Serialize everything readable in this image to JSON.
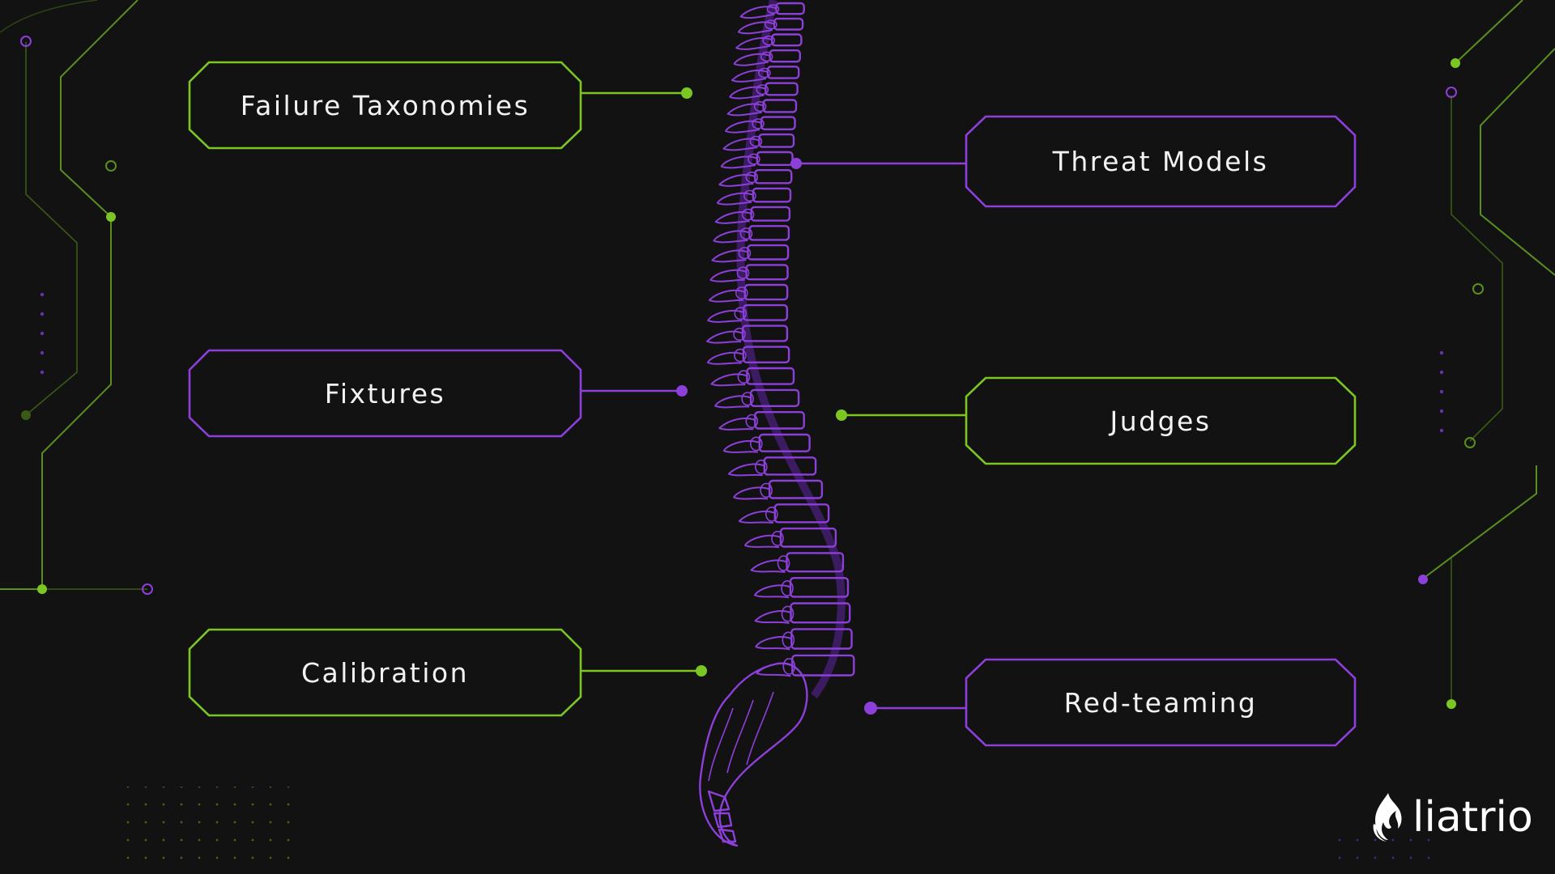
{
  "colors": {
    "background": "#121213",
    "green": "#7cc623",
    "purple": "#8d3fd9",
    "text": "#f2f2f2"
  },
  "nodes": {
    "left": [
      {
        "label": "Failure Taxonomies",
        "accent": "green"
      },
      {
        "label": "Fixtures",
        "accent": "purple"
      },
      {
        "label": "Calibration",
        "accent": "green"
      }
    ],
    "right": [
      {
        "label": "Threat Models",
        "accent": "purple"
      },
      {
        "label": "Judges",
        "accent": "green"
      },
      {
        "label": "Red-teaming",
        "accent": "purple"
      }
    ]
  },
  "central_figure": "spine-illustration",
  "logo": {
    "icon": "flame-icon",
    "text": "liatrio"
  }
}
